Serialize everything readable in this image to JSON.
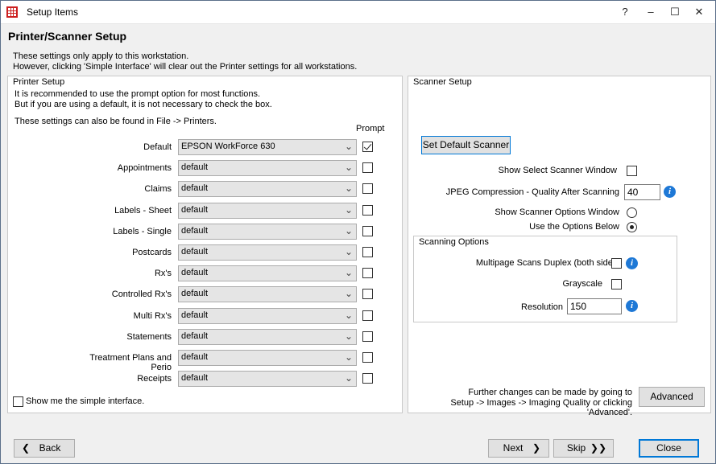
{
  "window": {
    "title": "Setup Items",
    "help": "?",
    "minimize": "–",
    "maximize": "☐",
    "close": "✕"
  },
  "heading": "Printer/Scanner Setup",
  "notes": [
    "These settings only apply to this workstation.",
    "However, clicking 'Simple Interface' will clear out the Printer settings for all workstations."
  ],
  "printer": {
    "group_title": "Printer Setup",
    "info1": "It is recommended to use the prompt option for most functions.",
    "info2": "But if you are using a default, it is not necessary to check the box.",
    "info3": "These settings can also be found in File -> Printers.",
    "prompt_header": "Prompt",
    "rows": [
      {
        "label": "Default",
        "value": "EPSON WorkForce 630",
        "prompt": true
      },
      {
        "label": "Appointments",
        "value": "default",
        "prompt": false
      },
      {
        "label": "Claims",
        "value": "default",
        "prompt": false
      },
      {
        "label": "Labels - Sheet",
        "value": "default",
        "prompt": false
      },
      {
        "label": "Labels - Single",
        "value": "default",
        "prompt": false
      },
      {
        "label": "Postcards",
        "value": "default",
        "prompt": false
      },
      {
        "label": "Rx's",
        "value": "default",
        "prompt": false
      },
      {
        "label": "Controlled Rx's",
        "value": "default",
        "prompt": false
      },
      {
        "label": "Multi Rx's",
        "value": "default",
        "prompt": false
      },
      {
        "label": "Statements",
        "value": "default",
        "prompt": false
      },
      {
        "label": "Treatment Plans and Perio",
        "value": "default",
        "prompt": false
      },
      {
        "label": "Receipts",
        "value": "default",
        "prompt": false
      }
    ],
    "simple_interface_label": "Show me the simple interface."
  },
  "scanner": {
    "group_title": "Scanner Setup",
    "set_default_button": "Set Default Scanner",
    "show_select_window_label": "Show Select Scanner Window",
    "jpeg_label": "JPEG Compression - Quality After Scanning",
    "jpeg_value": "40",
    "show_options_window_label": "Show Scanner Options Window",
    "use_options_below_label": "Use the Options Below",
    "options_group_title": "Scanning Options",
    "duplex_label": "Multipage Scans Duplex (both sides)",
    "grayscale_label": "Grayscale",
    "resolution_label": "Resolution",
    "resolution_value": "150",
    "further_line1": "Further changes can be made by going to",
    "further_line2": "Setup -> Images -> Imaging Quality or clicking 'Advanced'.",
    "advanced_button": "Advanced"
  },
  "footer": {
    "back": "Back",
    "next": "Next",
    "skip": "Skip",
    "close": "Close"
  },
  "icons": {
    "info": "i"
  }
}
